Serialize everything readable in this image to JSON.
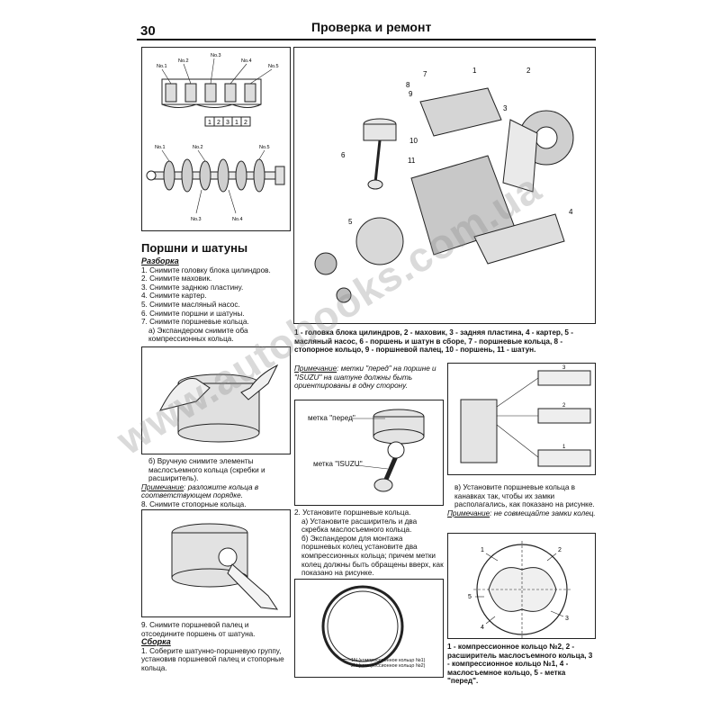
{
  "header": {
    "page_number": "30",
    "title": "Проверка и ремонт"
  },
  "fig_crank_top": {
    "labels": [
      "No.1",
      "No.2",
      "No.3",
      "No.4",
      "No.5"
    ],
    "order_boxes": [
      "1",
      "2",
      "3",
      "1",
      "2"
    ]
  },
  "fig_crank_bottom": {
    "labels": [
      "No.1",
      "No.2",
      "No.5",
      "No.3",
      "No.4"
    ]
  },
  "fig_engine": {
    "callouts": [
      "1",
      "2",
      "3",
      "4",
      "5",
      "6",
      "7",
      "8",
      "9",
      "10",
      "11"
    ]
  },
  "fig_engine_caption": "1 - головка блока цилиндров, 2 - маховик, 3 - задняя пластина, 4 - картер, 5 - масляный насос, 6 - поршень и шатун в сборе, 7 - поршневые кольца, 8 - стопорное кольцо, 9 - поршневой палец, 10 - поршень, 11 - шатун.",
  "section": {
    "title": "Поршни и шатуны",
    "disassembly_heading": "Разборка",
    "steps": [
      "1. Снимите головку блока цилиндров.",
      "2. Снимите маховик.",
      "3. Снимите заднюю пластину.",
      "4. Снимите картер.",
      "5. Снимите масляный насос.",
      "6. Снимите поршни и шатуны.",
      "7. Снимите поршневые кольца."
    ],
    "step7a": "а) Экспандером снимите оба компрессионных кольца.",
    "step7b": "б) Вручную снимите элементы маслосъемного кольца (скребки и расширитель).",
    "note1_label": "Примечание",
    "note1_text": ": разложите кольца в соответствующем порядке.",
    "step8": "8. Снимите стопорные кольца.",
    "step9": "9. Снимите поршневой палец и отсоедините поршень от шатуна.",
    "assembly_heading": "Сборка",
    "assembly1": "1. Соберите шатунно-поршневую группу, установив поршневой палец и стопорные кольца."
  },
  "mid": {
    "note_label": "Примечание",
    "note_text": ": метки \"перед\" на поршне и \"ISUZU\" на шатуне должны быть ориентированы в одну сторону.",
    "label_front": "метка \"перед\"",
    "label_isuzu": "метка \"ISUZU\"",
    "step2": "2. Установите поршневые кольца.",
    "step2a": "а) Установите расширитель и два скребка маслосъемного кольца.",
    "step2b": "б) Экспандером для монтажа поршневых колец установите два компрессионных кольца; причем метки колец должны быть обращены вверх, как показано на рисунке.",
    "ring_label_1": "1N (компрессионное кольцо №1)",
    "ring_label_2": "2N (компрессионное кольцо №2)"
  },
  "right": {
    "ring_numbers": [
      "3",
      "2",
      "1"
    ],
    "step_c": "в) Установите поршневые кольца в канавках так, чтобы их замки располагались, как показано на рисунке.",
    "note_label": "Примечание",
    "note_text": ": не совмещайте замки колец.",
    "gap_numbers": [
      "1",
      "2",
      "5",
      "3",
      "4"
    ],
    "gap_caption": "1 - компрессионное кольцо №2, 2 - расширитель маслосъемного кольца, 3 - компрессионное кольцо №1, 4 - маслосъемное кольцо, 5 - метка \"перед\"."
  },
  "watermark": "www.autobooks.com.ua"
}
